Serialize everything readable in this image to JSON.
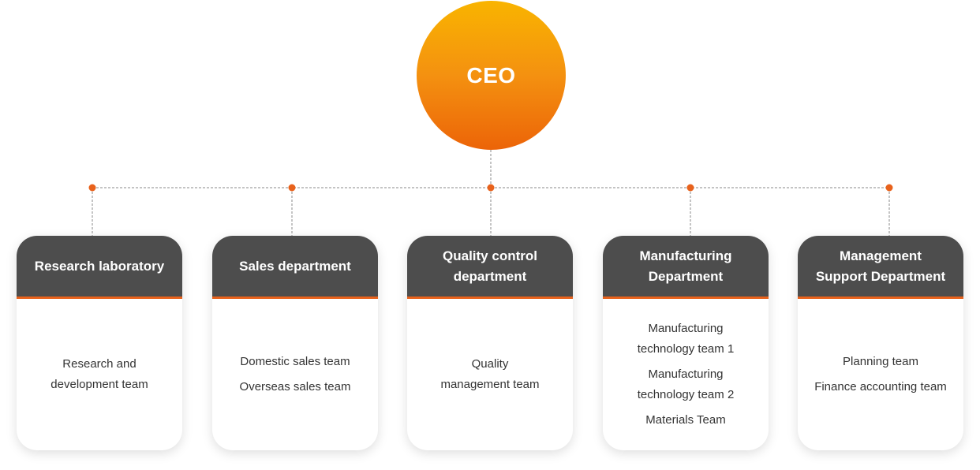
{
  "colors": {
    "ceo_gradient_top": "#f9b400",
    "ceo_gradient_bottom": "#ec6408",
    "header_bg": "#4d4d4d",
    "accent": "#e8621c",
    "connector": "#888888"
  },
  "ceo": {
    "label": "CEO"
  },
  "departments": [
    {
      "title_lines": [
        "Research laboratory"
      ],
      "teams": [
        {
          "lines": [
            "Research and",
            "development team"
          ]
        }
      ]
    },
    {
      "title_lines": [
        "Sales department"
      ],
      "teams": [
        {
          "lines": [
            "Domestic sales team"
          ]
        },
        {
          "lines": [
            "Overseas sales team"
          ]
        }
      ]
    },
    {
      "title_lines": [
        "Quality control",
        "department"
      ],
      "teams": [
        {
          "lines": [
            "Quality",
            "management team"
          ]
        }
      ]
    },
    {
      "title_lines": [
        "Manufacturing",
        "Department"
      ],
      "teams": [
        {
          "lines": [
            "Manufacturing",
            "technology team 1"
          ]
        },
        {
          "lines": [
            "Manufacturing",
            "technology team 2"
          ]
        },
        {
          "lines": [
            "Materials Team"
          ]
        }
      ]
    },
    {
      "title_lines": [
        "Management",
        "Support Department"
      ],
      "teams": [
        {
          "lines": [
            "Planning team"
          ]
        },
        {
          "lines": [
            "Finance accounting team"
          ]
        }
      ]
    }
  ]
}
